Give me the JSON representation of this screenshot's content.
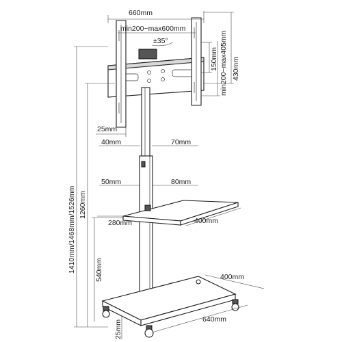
{
  "dimensions": {
    "bracket_width": "660mm",
    "vesa_horizontal": "min200~max600mm",
    "tilt": "±35°",
    "vesa_vertical_top": "150mm",
    "vesa_vertical": "min200~max405mm",
    "bracket_height": "430mm",
    "arm_offset": "25mm",
    "tray_top_left": "40mm",
    "tray_top_right": "70mm",
    "tray_low_left": "50mm",
    "tray_low_right": "80mm",
    "total_height": "1410mm/1468mm/1526mm",
    "column_height": "1260mm",
    "shelf_depth": "280mm",
    "shelf_width": "400mm",
    "shelf_height": "540mm",
    "base_depth": "400mm",
    "base_width": "640mm",
    "base_height": "25mm"
  }
}
